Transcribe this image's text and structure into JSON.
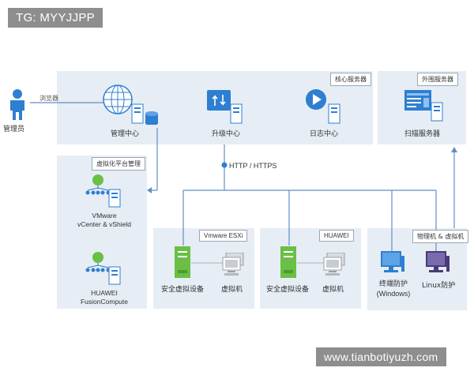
{
  "watermark_top": "TG: MYYJJPP",
  "watermark_bottom": "www.tianbotiyuzh.com",
  "admin": {
    "label": "管理员",
    "link_label": "浏览器"
  },
  "core": {
    "title": "核心服务器",
    "items": [
      {
        "label": "管理中心",
        "icon": "globe-server-icon"
      },
      {
        "label": "升级中心",
        "icon": "upgrade-icon"
      },
      {
        "label": "日志中心",
        "icon": "play-icon"
      }
    ]
  },
  "external": {
    "title": "外围服务器",
    "item": "扫描服务器"
  },
  "virt_platform": {
    "title": "虚拟化平台管理",
    "items": [
      {
        "label_lines": [
          "VMware",
          "vCenter & vShield"
        ]
      },
      {
        "label_lines": [
          "HUAWEI",
          "FusionCompute"
        ]
      }
    ]
  },
  "protocol": "HTTP / HTTPS",
  "vmware": {
    "title": "Vmware ESXi",
    "device": "安全虚拟设备",
    "vm": "虚拟机"
  },
  "huawei": {
    "title": "HUAWEI",
    "device": "安全虚拟设备",
    "vm": "虚拟机"
  },
  "physical": {
    "title": "物理机 & 虚拟机",
    "windows_lines": [
      "终端防护",
      "(Windows)"
    ],
    "linux": "Linux防护"
  },
  "colors": {
    "panel": "#e6edf5",
    "line": "#5d8fc7",
    "accent": "#2e7fd1",
    "green": "#6abf45"
  }
}
